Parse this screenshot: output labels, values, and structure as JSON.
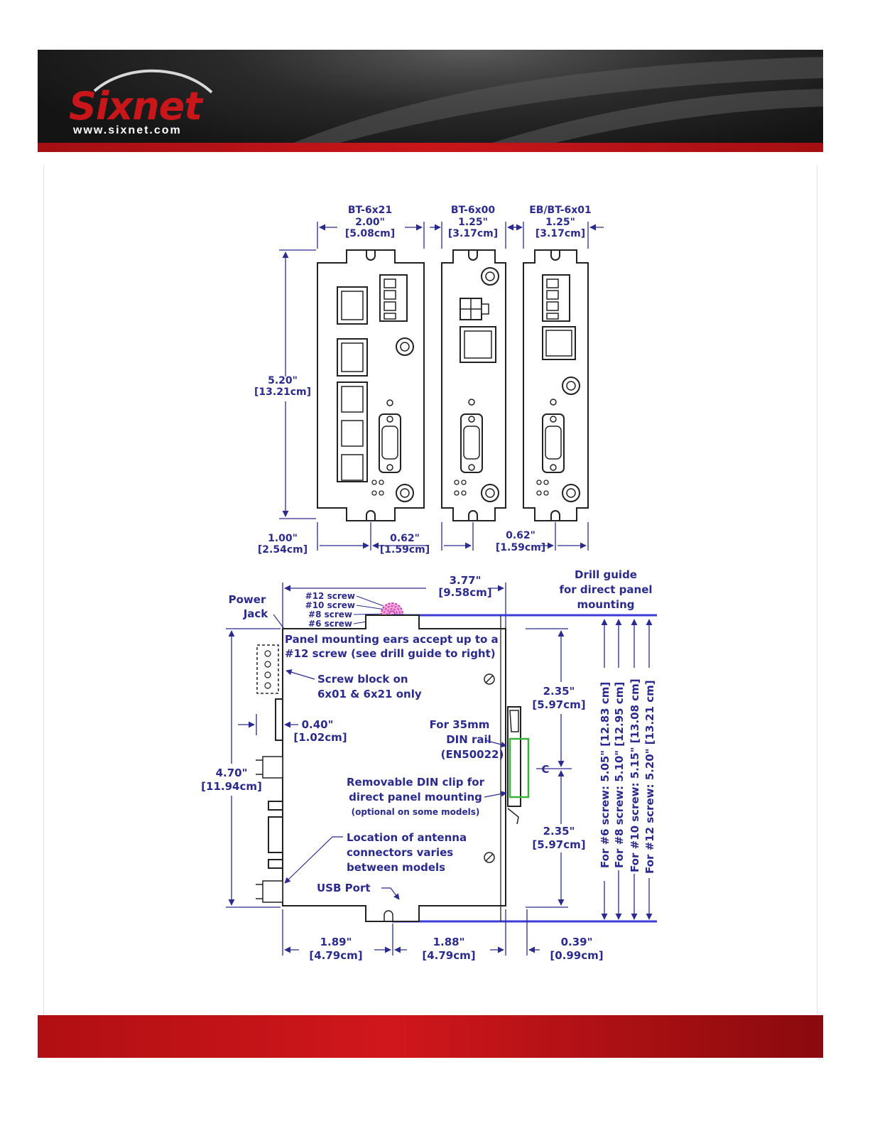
{
  "header": {
    "logo_name": "Sixnet",
    "logo_url": "www.sixnet.com",
    "colors": {
      "brand_red": "#c8161b",
      "dark_bg": "#1a1a1a",
      "dimension_blue": "#2b2b8f"
    }
  },
  "front_view": {
    "models": [
      {
        "name": "BT-6x21",
        "width_in": "2.00\"",
        "width_cm": "[5.08cm]"
      },
      {
        "name": "BT-6x00",
        "width_in": "1.25\"",
        "width_cm": "[3.17cm]"
      },
      {
        "name": "EB/BT-6x01",
        "width_in": "1.25\"",
        "width_cm": "[3.17cm]"
      }
    ],
    "height_in": "5.20\"",
    "height_cm": "[13.21cm]",
    "bottom_dims": [
      {
        "in": "1.00\"",
        "cm": "[2.54cm]"
      },
      {
        "in": "0.62\"",
        "cm": "[1.59cm]"
      },
      {
        "in": "0.62\"",
        "cm": "[1.59cm]"
      }
    ]
  },
  "side_view": {
    "top_width_in": "3.77\"",
    "top_width_cm": "[9.58cm]",
    "drill_guide_1": "Drill guide",
    "drill_guide_2": "for direct panel",
    "drill_guide_3": "mounting",
    "power_jack_1": "Power",
    "power_jack_2": "Jack",
    "screws": [
      "#12 screw",
      "#10 screw",
      "#8 screw",
      "#6 screw"
    ],
    "panel_ears_1": "Panel mounting ears accept up to a",
    "panel_ears_2": "#12 screw  (see drill guide to right)",
    "screw_block_1": "Screw block on",
    "screw_block_2": "6x01 & 6x21 only",
    "left_offset_in": "0.40\"",
    "left_offset_cm": "[1.02cm]",
    "din_rail_1": "For 35mm",
    "din_rail_2": "DIN rail",
    "din_rail_3": "(EN50022)",
    "din_clip_1": "Removable DIN clip for",
    "din_clip_2": "direct panel mounting",
    "din_clip_3": "(optional on some models)",
    "antenna_1": "Location of antenna",
    "antenna_2": "connectors varies",
    "antenna_3": "between models",
    "usb_port": "USB Port",
    "height_in": "4.70\"",
    "height_cm": "[11.94cm]",
    "upper_half_in": "2.35\"",
    "upper_half_cm": "[5.97cm]",
    "lower_half_in": "2.35\"",
    "lower_half_cm": "[5.97cm]",
    "center_mark": "C",
    "bottom_left_in": "1.89\"",
    "bottom_left_cm": "[4.79cm]",
    "bottom_mid_in": "1.88\"",
    "bottom_mid_cm": "[4.79cm]",
    "bottom_right_in": "0.39\"",
    "bottom_right_cm": "[0.99cm]",
    "drill_spacings": [
      "For #6 screw: 5.05\" [12.83 cm]",
      "For #8 screw: 5.10\" [12.95 cm]",
      "For #10 screw: 5.15\" [13.08 cm]",
      "For #12 screw: 5.20\" [13.21 cm]"
    ]
  }
}
